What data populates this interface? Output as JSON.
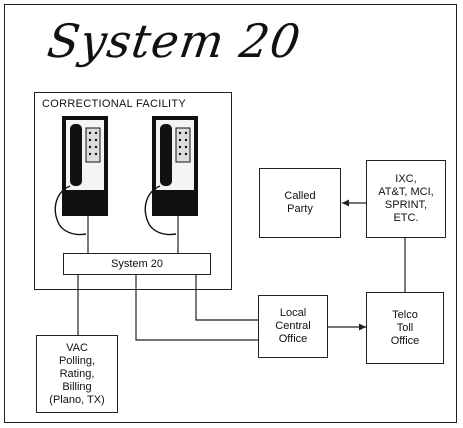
{
  "diagram": {
    "title": "System 20",
    "facility_label": "CORRECTIONAL  FACILITY",
    "system_box_label": "System 20",
    "boxes": {
      "called_party": "Called\nParty",
      "ixc": "IXC,\nAT&T, MCI,\nSPRINT,\nETC.",
      "local_central_office": "Local\nCentral\nOffice",
      "telco_toll_office": "Telco\nToll\nOffice",
      "vac": "VAC\nPolling,\nRating,\nBilling\n(Plano, TX)"
    },
    "icons": [
      "payphone-icon",
      "payphone-icon"
    ]
  }
}
